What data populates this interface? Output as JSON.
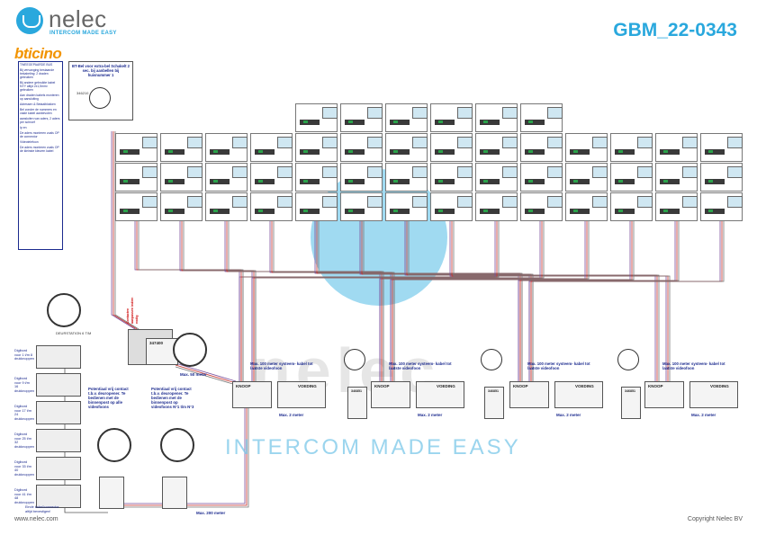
{
  "header": {
    "brand": "nelec",
    "tagline": "INTERCOM MADE EASY",
    "vendor": "bticino",
    "doc_id": "GBM_22-0343"
  },
  "watermark": {
    "text": "INTERCOM MADE EASY",
    "big_word": "nelec"
  },
  "footer": {
    "website": "www.nelec.com",
    "copyright": "Copyright Nelec BV"
  },
  "tip": {
    "text": "BT-Bel voor extra-bel Schakelt 2 sec. bij aanbellen bij huisnummer 1",
    "part": "346210"
  },
  "legend": {
    "items": [
      "TWEEGEPAARDE BUS",
      "Bij vervanging bestaande bekabeling: 2 draden gebruiken",
      "Bij andere gebruikte kabel NYY altijd 2x1,5mm² gebruiken",
      "Aan draden kabels monteren op aansluiting",
      "Adressen & Betaalblokken",
      "Bel zonder de nummers en vaste kabel aanbevolen",
      "aansluiten van aders, 2 aders per schroef",
      "Ip en",
      "De aders monteren zoals OP de connector",
      "Videotelefoon",
      "De aders monteren zoals OP de kleinste kleuren kabel"
    ]
  },
  "riser": {
    "modules": [
      {
        "label": "Digibord voor 1 t/m 8 drukknoppen"
      },
      {
        "label": "Digibord voor 9 t/m 16 drukknoppen"
      },
      {
        "label": "Digibord voor 17 t/m 24 drukknoppen"
      },
      {
        "label": "Digibord voor 25 t/m 32 drukknoppen"
      },
      {
        "label": "Digibord voor 33 t/m 40 drukknoppen"
      },
      {
        "label": "Digibord voor 41 t/m 48 drukknoppen"
      }
    ],
    "bottom_note": "Einde kabel/connector altijd bevestigen!",
    "panel_label": "DEURSTATION 6 T/M"
  },
  "center": {
    "code": "347400",
    "vertical_note": "Contacten aanpassen indien nodig",
    "max_note": "Max. 50 meter"
  },
  "potential": [
    {
      "text": "Potentiaal vrij contact t.b.v. deuropener. Te bedienen met de binnenpost op alle videofoons"
    },
    {
      "text": "Potentiaal vrij contact t.b.v. deuropener. Te bedienen met de binnenpost op videofoons N°1 t/m N°3"
    }
  ],
  "max_200": "Max. 200 meter",
  "distributors": [
    {
      "note": "Max. 100 meter systeem- kabel tot laatste videofoon",
      "knoop": "KNOOP",
      "voeding": "VOEDING",
      "max2": "Max. 2 meter"
    },
    {
      "note": "Max. 100 meter systeem- kabel tot laatste videofoon",
      "knoop": "KNOOP",
      "voeding": "VOEDING",
      "max2": "Max. 2 meter"
    },
    {
      "note": "Max. 100 meter systeem- kabel tot laatste videofoon",
      "knoop": "KNOOP",
      "voeding": "VOEDING",
      "max2": "Max. 2 meter"
    },
    {
      "note": "Max. 100 meter systeem- kabel tot laatste videofoon",
      "knoop": "KNOOP",
      "voeding": "VOEDING",
      "max2": "Max. 2 meter"
    }
  ],
  "repeater": {
    "code": "346851"
  },
  "colors": {
    "accent": "#2aa8dd",
    "brand_orange": "#f29400",
    "note_blue": "#1b2a8e",
    "terminal_green": "#2ba24a"
  }
}
